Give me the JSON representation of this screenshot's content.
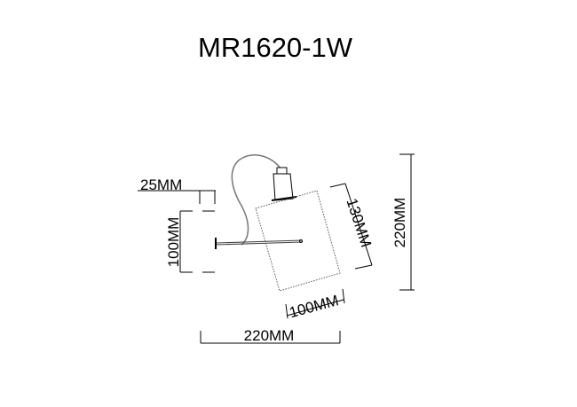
{
  "title": "MR1620-1W",
  "dimensions": {
    "bracket_depth": "25MM",
    "plate_height": "100MM",
    "shade_height": "130MM",
    "shade_width": "100MM",
    "total_width": "220MM",
    "total_height": "220MM"
  }
}
